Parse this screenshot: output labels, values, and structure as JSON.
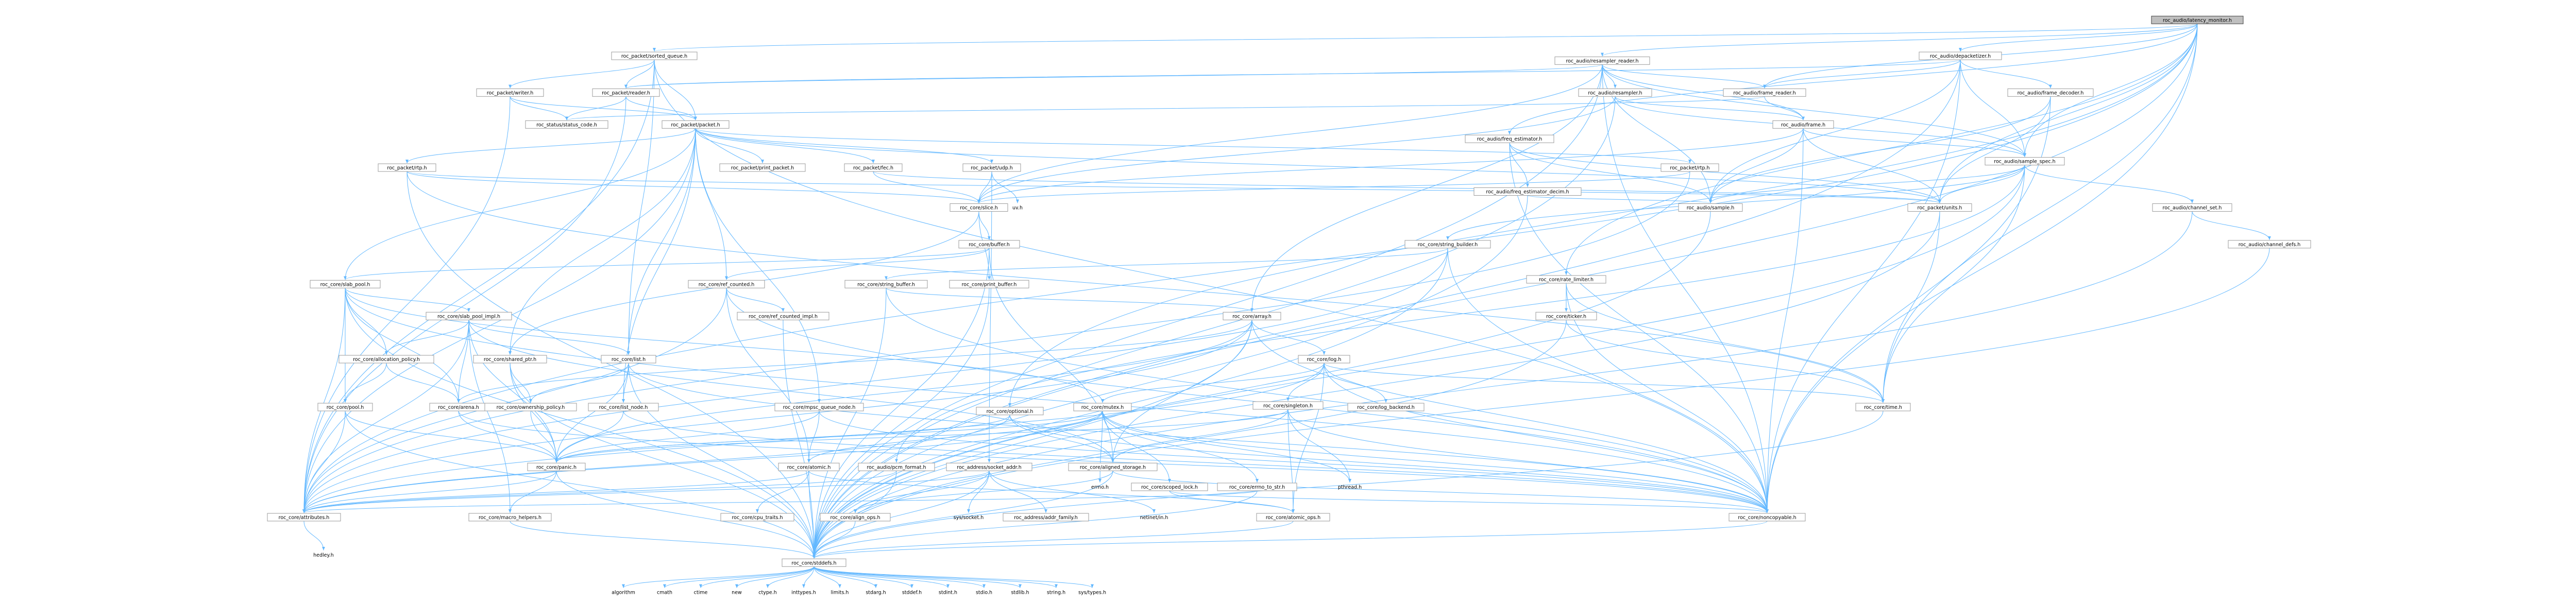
{
  "root": "roc_audio/latency_monitor.h",
  "nodes": [
    {
      "id": "n0",
      "label": "roc_audio/latency_monitor.h"
    },
    {
      "id": "n1",
      "label": "roc_packet/sorted_queue.h"
    },
    {
      "id": "n2",
      "label": "roc_audio/resampler_reader.h"
    },
    {
      "id": "n3",
      "label": "roc_audio/depacketizer.h"
    },
    {
      "id": "n4",
      "label": "roc_packet/writer.h"
    },
    {
      "id": "n5",
      "label": "roc_packet/reader.h"
    },
    {
      "id": "n6",
      "label": "roc_audio/resampler.h"
    },
    {
      "id": "n7",
      "label": "roc_audio/frame_reader.h"
    },
    {
      "id": "n8",
      "label": "roc_audio/frame_decoder.h"
    },
    {
      "id": "n9",
      "label": "roc_status/status_code.h"
    },
    {
      "id": "n10",
      "label": "roc_packet/packet.h"
    },
    {
      "id": "n11",
      "label": "roc_audio/frame.h"
    },
    {
      "id": "n12",
      "label": "roc_audio/freq_estimator.h"
    },
    {
      "id": "n13",
      "label": "roc_packet/rtp.h"
    },
    {
      "id": "n14",
      "label": "roc_packet/print_packet.h"
    },
    {
      "id": "n15",
      "label": "roc_packet/fec.h"
    },
    {
      "id": "n16",
      "label": "roc_packet/udp.h"
    },
    {
      "id": "n17",
      "label": "roc_packet/rtp.h"
    },
    {
      "id": "n18",
      "label": "roc_audio/freq_estimator_decim.h"
    },
    {
      "id": "n19",
      "label": "roc_audio/sample_spec.h"
    },
    {
      "id": "n20",
      "label": "roc_core/slice.h"
    },
    {
      "id": "n21",
      "label": "roc_audio/sample.h"
    },
    {
      "id": "n22",
      "label": "roc_packet/units.h"
    },
    {
      "id": "n23",
      "label": "roc_audio/channel_set.h"
    },
    {
      "id": "n24",
      "label": "uv.h"
    },
    {
      "id": "n25",
      "label": "roc_core/buffer.h"
    },
    {
      "id": "n26",
      "label": "roc_core/string_builder.h"
    },
    {
      "id": "n27",
      "label": "roc_audio/channel_defs.h"
    },
    {
      "id": "n28",
      "label": "roc_core/slab_pool.h"
    },
    {
      "id": "n29",
      "label": "roc_core/ref_counted.h"
    },
    {
      "id": "n30",
      "label": "roc_core/print_buffer.h"
    },
    {
      "id": "n31",
      "label": "roc_core/string_buffer.h"
    },
    {
      "id": "n32",
      "label": "roc_core/rate_limiter.h"
    },
    {
      "id": "n33",
      "label": "roc_core/slab_pool_impl.h"
    },
    {
      "id": "n34",
      "label": "roc_core/ref_counted_impl.h"
    },
    {
      "id": "n35",
      "label": "roc_core/array.h"
    },
    {
      "id": "n36",
      "label": "roc_core/ticker.h"
    },
    {
      "id": "n37",
      "label": "roc_core/allocation_policy.h"
    },
    {
      "id": "n38",
      "label": "roc_core/shared_ptr.h"
    },
    {
      "id": "n39",
      "label": "roc_core/list.h"
    },
    {
      "id": "n40",
      "label": "roc_core/log.h"
    },
    {
      "id": "n41",
      "label": "roc_core/pool.h"
    },
    {
      "id": "n42",
      "label": "roc_core/arena.h"
    },
    {
      "id": "n43",
      "label": "roc_core/ownership_policy.h"
    },
    {
      "id": "n44",
      "label": "roc_core/list_node.h"
    },
    {
      "id": "n45",
      "label": "roc_core/mpsc_queue_node.h"
    },
    {
      "id": "n46",
      "label": "roc_core/optional.h"
    },
    {
      "id": "n47",
      "label": "roc_core/mutex.h"
    },
    {
      "id": "n48",
      "label": "roc_core/singleton.h"
    },
    {
      "id": "n49",
      "label": "roc_core/log_backend.h"
    },
    {
      "id": "n50",
      "label": "roc_core/time.h"
    },
    {
      "id": "n51",
      "label": "roc_core/panic.h"
    },
    {
      "id": "n52",
      "label": "roc_core/atomic.h"
    },
    {
      "id": "n53",
      "label": "roc_audio/pcm_format.h"
    },
    {
      "id": "n54",
      "label": "roc_address/socket_addr.h"
    },
    {
      "id": "n55",
      "label": "roc_core/aligned_storage.h"
    },
    {
      "id": "n56",
      "label": "errno.h"
    },
    {
      "id": "n57",
      "label": "roc_core/scoped_lock.h"
    },
    {
      "id": "n58",
      "label": "roc_core/errno_to_str.h"
    },
    {
      "id": "n59",
      "label": "pthread.h"
    },
    {
      "id": "n60",
      "label": "roc_core/attributes.h"
    },
    {
      "id": "n61",
      "label": "roc_core/macro_helpers.h"
    },
    {
      "id": "n62",
      "label": "roc_core/cpu_traits.h"
    },
    {
      "id": "n63",
      "label": "roc_core/align_ops.h"
    },
    {
      "id": "n64",
      "label": "sys/socket.h"
    },
    {
      "id": "n65",
      "label": "roc_address/addr_family.h"
    },
    {
      "id": "n66",
      "label": "netinet/in.h"
    },
    {
      "id": "n67",
      "label": "roc_core/atomic_ops.h"
    },
    {
      "id": "n68",
      "label": "roc_core/noncopyable.h"
    },
    {
      "id": "n69",
      "label": "hedley.h"
    },
    {
      "id": "n70",
      "label": "roc_core/stddefs.h"
    },
    {
      "id": "n71",
      "label": "algorithm"
    },
    {
      "id": "n72",
      "label": "cmath"
    },
    {
      "id": "n73",
      "label": "ctime"
    },
    {
      "id": "n74",
      "label": "new"
    },
    {
      "id": "n75",
      "label": "ctype.h"
    },
    {
      "id": "n76",
      "label": "inttypes.h"
    },
    {
      "id": "n77",
      "label": "limits.h"
    },
    {
      "id": "n78",
      "label": "stdarg.h"
    },
    {
      "id": "n79",
      "label": "stddef.h"
    },
    {
      "id": "n80",
      "label": "stdint.h"
    },
    {
      "id": "n81",
      "label": "stdio.h"
    },
    {
      "id": "n82",
      "label": "stdlib.h"
    },
    {
      "id": "n83",
      "label": "string.h"
    },
    {
      "id": "n84",
      "label": "sys/types.h"
    }
  ],
  "edges": [
    [
      "n0",
      "n1"
    ],
    [
      "n0",
      "n2"
    ],
    [
      "n0",
      "n3"
    ],
    [
      "n0",
      "n7"
    ],
    [
      "n0",
      "n19"
    ],
    [
      "n0",
      "n22"
    ],
    [
      "n0",
      "n50"
    ],
    [
      "n0",
      "n46"
    ],
    [
      "n0",
      "n60"
    ],
    [
      "n0",
      "n68"
    ],
    [
      "n0",
      "n70"
    ],
    [
      "n0",
      "n32"
    ],
    [
      "n0",
      "n12"
    ],
    [
      "n1",
      "n4"
    ],
    [
      "n1",
      "n5"
    ],
    [
      "n1",
      "n10"
    ],
    [
      "n1",
      "n39"
    ],
    [
      "n1",
      "n60"
    ],
    [
      "n1",
      "n68"
    ],
    [
      "n2",
      "n6"
    ],
    [
      "n2",
      "n7"
    ],
    [
      "n2",
      "n11"
    ],
    [
      "n2",
      "n21"
    ],
    [
      "n2",
      "n19"
    ],
    [
      "n2",
      "n20"
    ],
    [
      "n2",
      "n35"
    ],
    [
      "n2",
      "n68"
    ],
    [
      "n2",
      "n70"
    ],
    [
      "n2",
      "n5"
    ],
    [
      "n3",
      "n7"
    ],
    [
      "n3",
      "n8"
    ],
    [
      "n3",
      "n19"
    ],
    [
      "n3",
      "n5"
    ],
    [
      "n3",
      "n70"
    ],
    [
      "n3",
      "n68"
    ],
    [
      "n3",
      "n21"
    ],
    [
      "n4",
      "n9"
    ],
    [
      "n4",
      "n10"
    ],
    [
      "n4",
      "n60"
    ],
    [
      "n5",
      "n9"
    ],
    [
      "n5",
      "n10"
    ],
    [
      "n5",
      "n60"
    ],
    [
      "n6",
      "n11"
    ],
    [
      "n6",
      "n19"
    ],
    [
      "n6",
      "n70"
    ],
    [
      "n6",
      "n20"
    ],
    [
      "n7",
      "n11"
    ],
    [
      "n7",
      "n9"
    ],
    [
      "n8",
      "n21"
    ],
    [
      "n8",
      "n22"
    ],
    [
      "n8",
      "n68"
    ],
    [
      "n10",
      "n13"
    ],
    [
      "n10",
      "n14"
    ],
    [
      "n10",
      "n15"
    ],
    [
      "n10",
      "n16"
    ],
    [
      "n10",
      "n17"
    ],
    [
      "n10",
      "n22"
    ],
    [
      "n10",
      "n28"
    ],
    [
      "n10",
      "n29"
    ],
    [
      "n10",
      "n38"
    ],
    [
      "n10",
      "n39"
    ],
    [
      "n10",
      "n44"
    ],
    [
      "n10",
      "n45"
    ],
    [
      "n10",
      "n60"
    ],
    [
      "n11",
      "n19"
    ],
    [
      "n11",
      "n21"
    ],
    [
      "n11",
      "n22"
    ],
    [
      "n11",
      "n20"
    ],
    [
      "n11",
      "n68"
    ],
    [
      "n12",
      "n18"
    ],
    [
      "n12",
      "n21"
    ],
    [
      "n12",
      "n22"
    ],
    [
      "n12",
      "n68"
    ],
    [
      "n13",
      "n20"
    ],
    [
      "n13",
      "n22"
    ],
    [
      "n13",
      "n50"
    ],
    [
      "n13",
      "n70"
    ],
    [
      "n15",
      "n20"
    ],
    [
      "n15",
      "n22"
    ],
    [
      "n16",
      "n20"
    ],
    [
      "n16",
      "n24"
    ],
    [
      "n16",
      "n54"
    ],
    [
      "n17",
      "n20"
    ],
    [
      "n17",
      "n60"
    ],
    [
      "n18",
      "n21"
    ],
    [
      "n18",
      "n70"
    ],
    [
      "n19",
      "n21"
    ],
    [
      "n19",
      "n22"
    ],
    [
      "n19",
      "n23"
    ],
    [
      "n19",
      "n26"
    ],
    [
      "n19",
      "n50"
    ],
    [
      "n19",
      "n53"
    ],
    [
      "n19",
      "n70"
    ],
    [
      "n20",
      "n25"
    ],
    [
      "n20",
      "n30"
    ],
    [
      "n20",
      "n38"
    ],
    [
      "n21",
      "n70"
    ],
    [
      "n22",
      "n50"
    ],
    [
      "n22",
      "n70"
    ],
    [
      "n23",
      "n27"
    ],
    [
      "n23",
      "n70"
    ],
    [
      "n25",
      "n28"
    ],
    [
      "n25",
      "n29"
    ],
    [
      "n25",
      "n55"
    ],
    [
      "n25",
      "n70"
    ],
    [
      "n26",
      "n31"
    ],
    [
      "n26",
      "n60"
    ],
    [
      "n26",
      "n68"
    ],
    [
      "n26",
      "n70"
    ],
    [
      "n27",
      "n70"
    ],
    [
      "n28",
      "n33"
    ],
    [
      "n28",
      "n37"
    ],
    [
      "n28",
      "n41"
    ],
    [
      "n28",
      "n42"
    ],
    [
      "n28",
      "n47"
    ],
    [
      "n28",
      "n68"
    ],
    [
      "n28",
      "n70"
    ],
    [
      "n28",
      "n60"
    ],
    [
      "n29",
      "n34"
    ],
    [
      "n29",
      "n52"
    ],
    [
      "n29",
      "n60"
    ],
    [
      "n29",
      "n68"
    ],
    [
      "n30",
      "n70"
    ],
    [
      "n31",
      "n35"
    ],
    [
      "n31",
      "n68"
    ],
    [
      "n31",
      "n70"
    ],
    [
      "n32",
      "n36"
    ],
    [
      "n32",
      "n50"
    ],
    [
      "n32",
      "n68"
    ],
    [
      "n33",
      "n37"
    ],
    [
      "n33",
      "n39"
    ],
    [
      "n33",
      "n42"
    ],
    [
      "n33",
      "n51"
    ],
    [
      "n33",
      "n60"
    ],
    [
      "n33",
      "n55"
    ],
    [
      "n33",
      "n61"
    ],
    [
      "n34",
      "n70"
    ],
    [
      "n35",
      "n40"
    ],
    [
      "n35",
      "n51"
    ],
    [
      "n35",
      "n55"
    ],
    [
      "n35",
      "n42"
    ],
    [
      "n35",
      "n60"
    ],
    [
      "n35",
      "n68"
    ],
    [
      "n35",
      "n70"
    ],
    [
      "n36",
      "n50"
    ],
    [
      "n36",
      "n70"
    ],
    [
      "n37",
      "n42"
    ],
    [
      "n37",
      "n41"
    ],
    [
      "n38",
      "n43"
    ],
    [
      "n38",
      "n51"
    ],
    [
      "n38",
      "n70"
    ],
    [
      "n39",
      "n43"
    ],
    [
      "n39",
      "n44"
    ],
    [
      "n39",
      "n51"
    ],
    [
      "n39",
      "n68"
    ],
    [
      "n39",
      "n70"
    ],
    [
      "n40",
      "n47"
    ],
    [
      "n40",
      "n48"
    ],
    [
      "n40",
      "n49"
    ],
    [
      "n40",
      "n50"
    ],
    [
      "n40",
      "n60"
    ],
    [
      "n40",
      "n67"
    ],
    [
      "n40",
      "n68"
    ],
    [
      "n41",
      "n51"
    ],
    [
      "n41",
      "n60"
    ],
    [
      "n41",
      "n70"
    ],
    [
      "n42",
      "n51"
    ],
    [
      "n42",
      "n68"
    ],
    [
      "n43",
      "n51"
    ],
    [
      "n44",
      "n51"
    ],
    [
      "n44",
      "n68"
    ],
    [
      "n45",
      "n52"
    ],
    [
      "n45",
      "n51"
    ],
    [
      "n45",
      "n68"
    ],
    [
      "n46",
      "n51"
    ],
    [
      "n46",
      "n55"
    ],
    [
      "n46",
      "n60"
    ],
    [
      "n46",
      "n68"
    ],
    [
      "n47",
      "n56"
    ],
    [
      "n47",
      "n57"
    ],
    [
      "n47",
      "n58"
    ],
    [
      "n47",
      "n59"
    ],
    [
      "n47",
      "n51"
    ],
    [
      "n47",
      "n60"
    ],
    [
      "n47",
      "n68"
    ],
    [
      "n47",
      "n52"
    ],
    [
      "n48",
      "n55"
    ],
    [
      "n48",
      "n59"
    ],
    [
      "n48",
      "n67"
    ],
    [
      "n48",
      "n68"
    ],
    [
      "n48",
      "n51"
    ],
    [
      "n50",
      "n70"
    ],
    [
      "n51",
      "n60"
    ],
    [
      "n51",
      "n61"
    ],
    [
      "n51",
      "n70"
    ],
    [
      "n52",
      "n60"
    ],
    [
      "n52",
      "n62"
    ],
    [
      "n52",
      "n67"
    ],
    [
      "n52",
      "n70"
    ],
    [
      "n53",
      "n60"
    ],
    [
      "n53",
      "n70"
    ],
    [
      "n54",
      "n63"
    ],
    [
      "n54",
      "n64"
    ],
    [
      "n54",
      "n65"
    ],
    [
      "n54",
      "n66"
    ],
    [
      "n54",
      "n60"
    ],
    [
      "n54",
      "n70"
    ],
    [
      "n55",
      "n63"
    ],
    [
      "n55",
      "n68"
    ],
    [
      "n55",
      "n70"
    ],
    [
      "n57",
      "n67"
    ],
    [
      "n57",
      "n68"
    ],
    [
      "n58",
      "n60"
    ],
    [
      "n58",
      "n70"
    ],
    [
      "n60",
      "n69"
    ],
    [
      "n61",
      "n70"
    ],
    [
      "n63",
      "n70"
    ],
    [
      "n67",
      "n70"
    ],
    [
      "n68",
      "n70"
    ],
    [
      "n70",
      "n71"
    ],
    [
      "n70",
      "n72"
    ],
    [
      "n70",
      "n73"
    ],
    [
      "n70",
      "n74"
    ],
    [
      "n70",
      "n75"
    ],
    [
      "n70",
      "n76"
    ],
    [
      "n70",
      "n77"
    ],
    [
      "n70",
      "n78"
    ],
    [
      "n70",
      "n79"
    ],
    [
      "n70",
      "n80"
    ],
    [
      "n70",
      "n81"
    ],
    [
      "n70",
      "n82"
    ],
    [
      "n70",
      "n83"
    ],
    [
      "n70",
      "n84"
    ]
  ]
}
